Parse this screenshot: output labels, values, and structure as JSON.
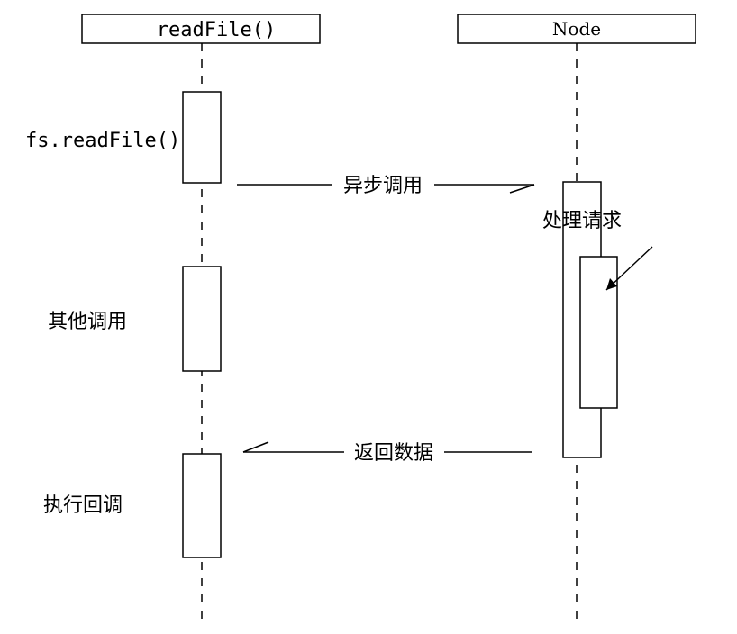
{
  "lifelines": {
    "left": {
      "title": "readFile()"
    },
    "right": {
      "title": "Node"
    }
  },
  "steps": {
    "call": "fs.readFile()",
    "other_calls": "其他调用",
    "callback": "执行回调"
  },
  "messages": {
    "async_call": "异步调用",
    "return_data": "返回数据"
  },
  "node_activity": {
    "process_request": "处理请求"
  }
}
